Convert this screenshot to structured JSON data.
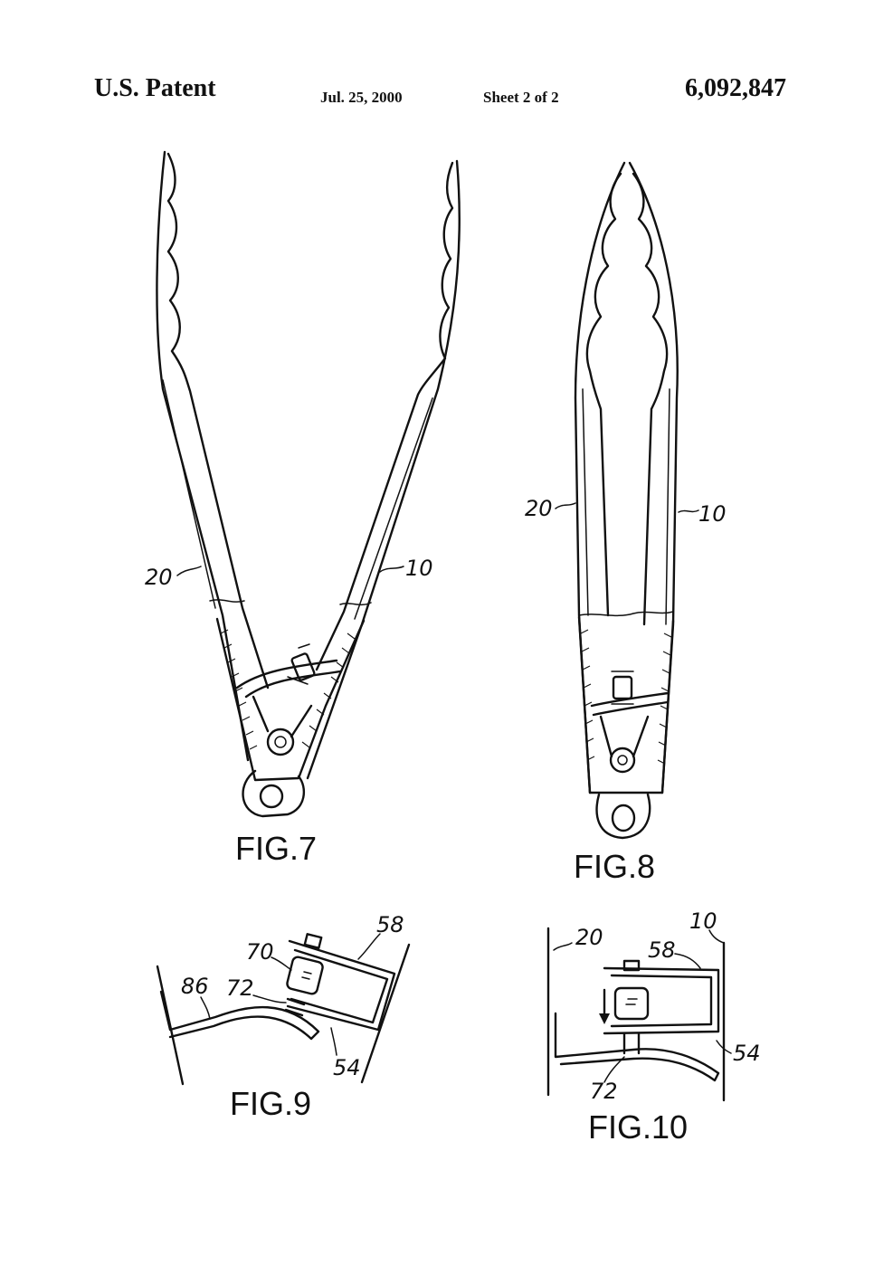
{
  "header": {
    "left": "U.S. Patent",
    "date": "Jul. 25, 2000",
    "sheet": "Sheet 2 of 2",
    "number": "6,092,847"
  },
  "figures": {
    "fig7": {
      "caption": "FIG.7",
      "refs": {
        "a": "20",
        "b": "10"
      }
    },
    "fig8": {
      "caption": "FIG.8",
      "refs": {
        "a": "20",
        "b": "10"
      }
    },
    "fig9": {
      "caption": "FIG.9",
      "refs": {
        "r58": "58",
        "r70": "70",
        "r86": "86",
        "r72": "72",
        "r54": "54"
      }
    },
    "fig10": {
      "caption": "FIG.10",
      "refs": {
        "r20": "20",
        "r10": "10",
        "r58": "58",
        "r54": "54",
        "r72": "72"
      }
    }
  }
}
